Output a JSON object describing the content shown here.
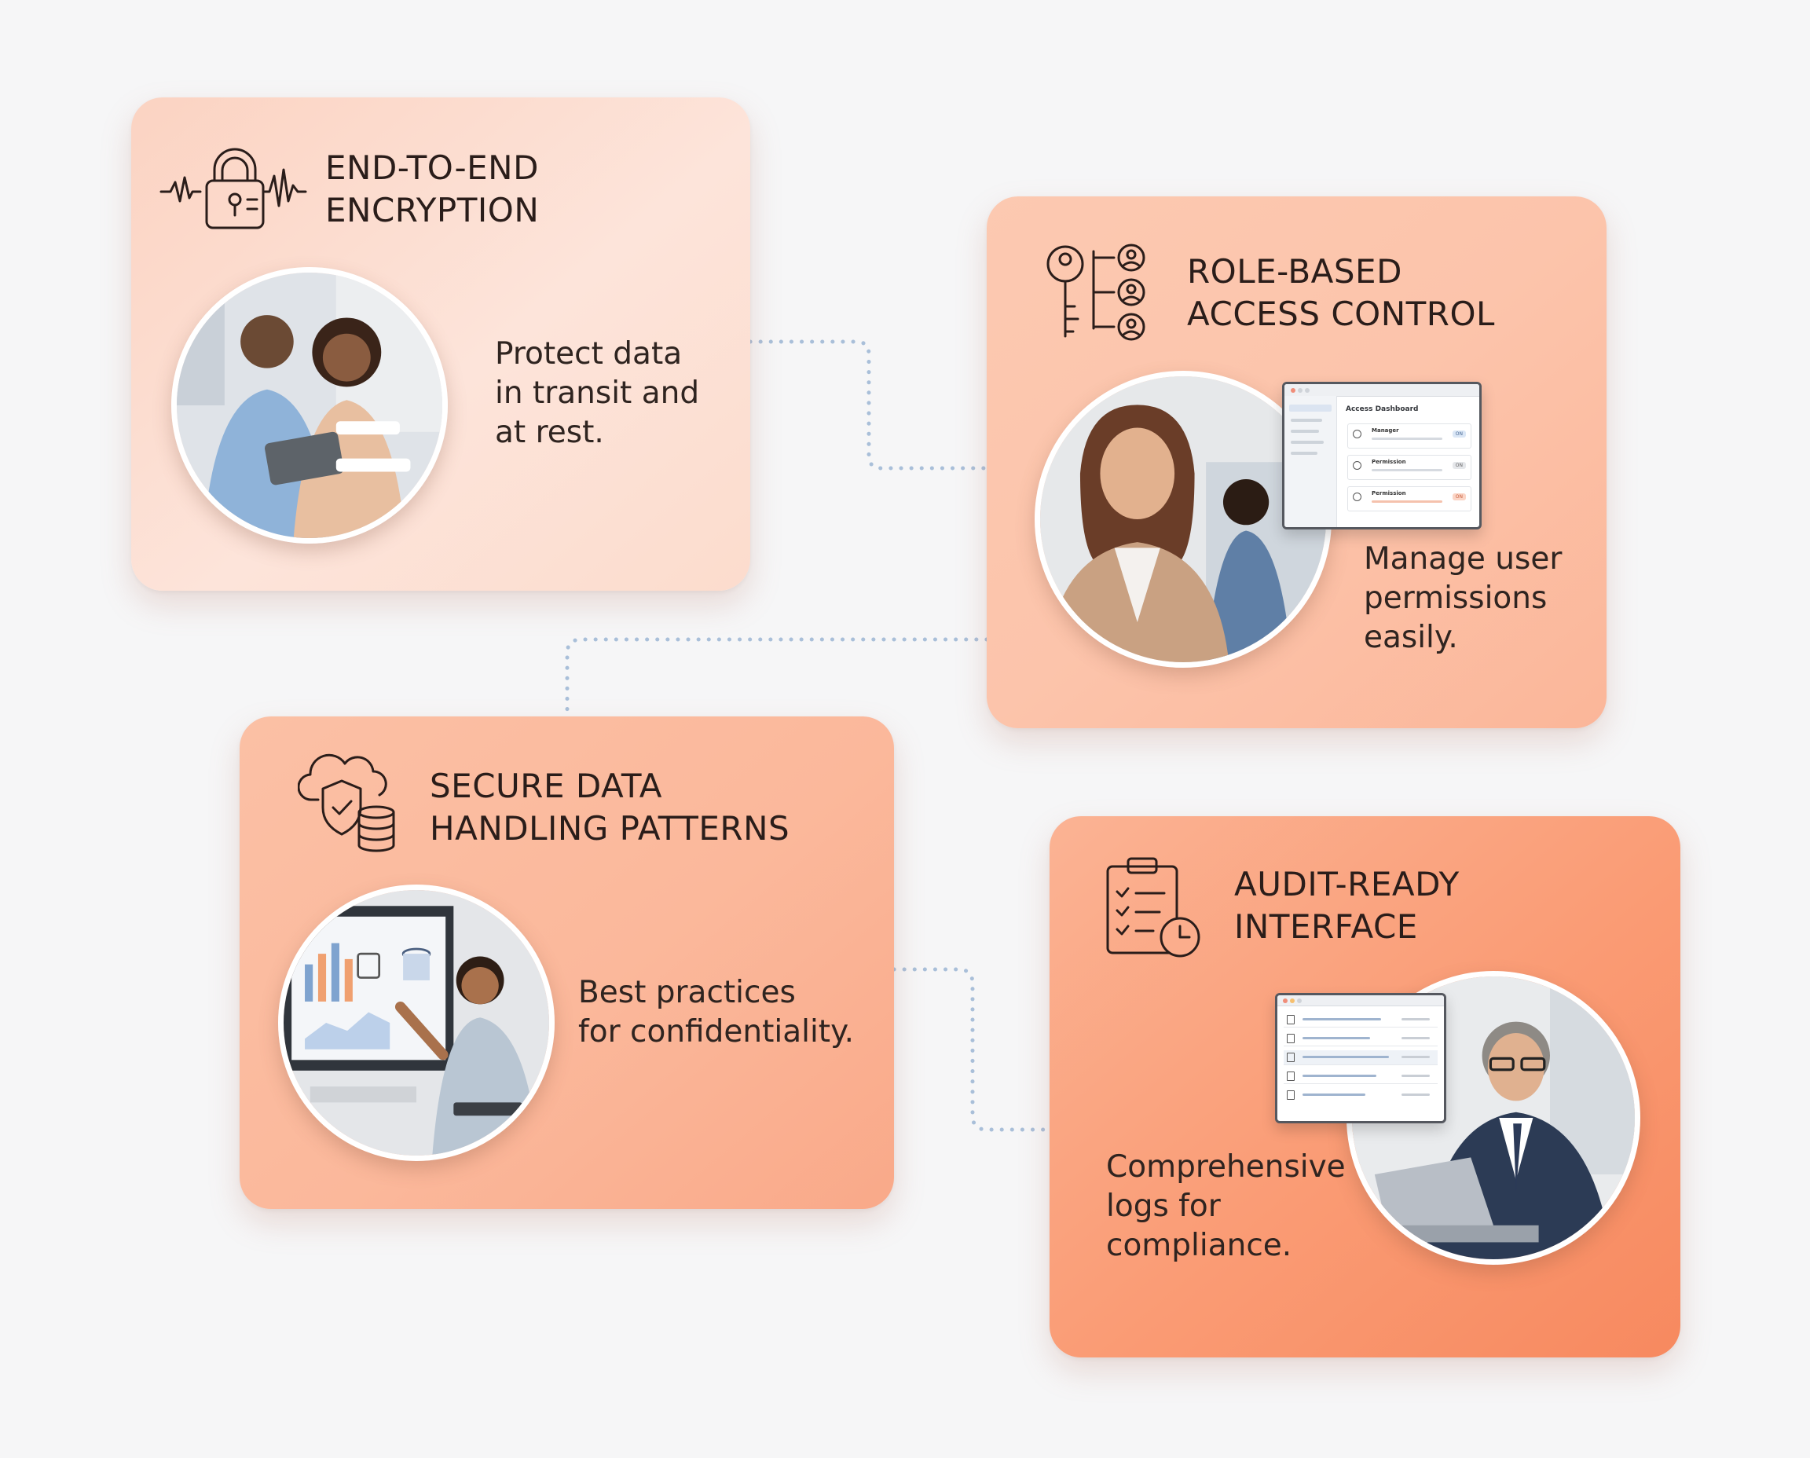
{
  "features": [
    {
      "title_lines": [
        "END-TO-END",
        "ENCRYPTION"
      ],
      "description_lines": [
        "Protect data",
        "in transit and",
        "at rest."
      ],
      "icon": "padlock-waveform-icon"
    },
    {
      "title_lines": [
        "ROLE-BASED",
        "ACCESS CONTROL"
      ],
      "description_lines": [
        "Manage user",
        "permissions",
        "easily."
      ],
      "icon": "key-users-hierarchy-icon",
      "panel": {
        "title": "Access Dashboard",
        "rows": [
          {
            "label": "Manager",
            "badge": "ON"
          },
          {
            "label": "Permission",
            "badge": "ON"
          },
          {
            "label": "Permission",
            "badge": "ON"
          }
        ]
      }
    },
    {
      "title_lines": [
        "SECURE DATA",
        "HANDLING PATTERNS"
      ],
      "description_lines": [
        "Best practices",
        "for confidentiality."
      ],
      "icon": "cloud-shield-database-icon"
    },
    {
      "title_lines": [
        "AUDIT-READY",
        "INTERFACE"
      ],
      "description_lines": [
        "Comprehensive",
        "logs for",
        "compliance."
      ],
      "icon": "clipboard-checklist-clock-icon"
    }
  ],
  "colors": {
    "background": "#f6f6f7",
    "connector": "#a9bfd9",
    "card_light": "#fde4da",
    "card_dark": "#f7895f",
    "text": "#2a1d1a"
  }
}
